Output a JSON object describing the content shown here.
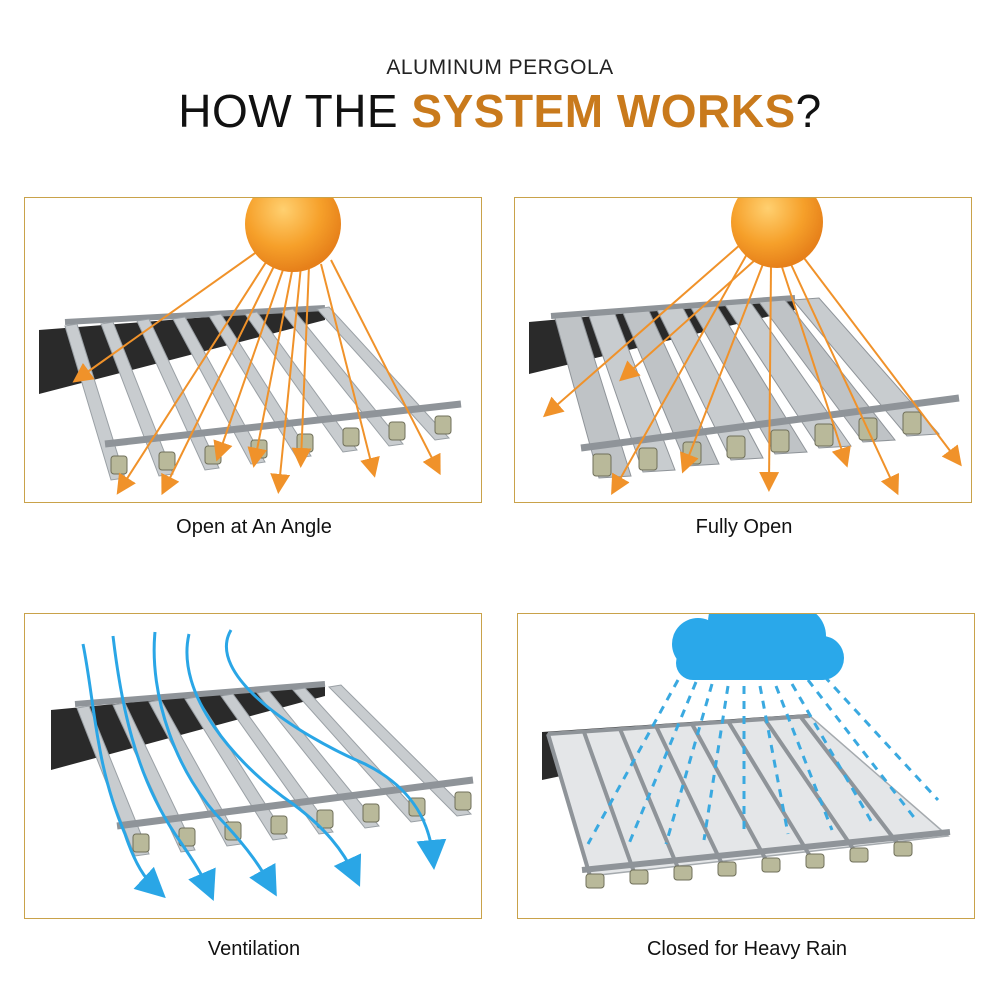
{
  "header": {
    "subtitle": "ALUMINUM PERGOLA",
    "title_prefix": "HOW THE ",
    "title_accent": "SYSTEM WORKS",
    "title_suffix": "?"
  },
  "panels": [
    {
      "caption": "Open at An Angle",
      "icon": "sun-icon"
    },
    {
      "caption": "Fully Open",
      "icon": "sun-icon"
    },
    {
      "caption": "Ventilation",
      "icon": "airflow-icon"
    },
    {
      "caption": "Closed for Heavy Rain",
      "icon": "rain-cloud-icon"
    }
  ],
  "colors": {
    "accent": "#c97a1c",
    "panel_border": "#c9a24a",
    "sun": "#f39a1e",
    "ray": "#f0922a",
    "air": "#2aa6e6",
    "cloud": "#2aa8ea",
    "rain": "#3aa9e0",
    "beam": "#2a2a2a",
    "louver": "#c8cccf",
    "frame": "#8f9499"
  }
}
